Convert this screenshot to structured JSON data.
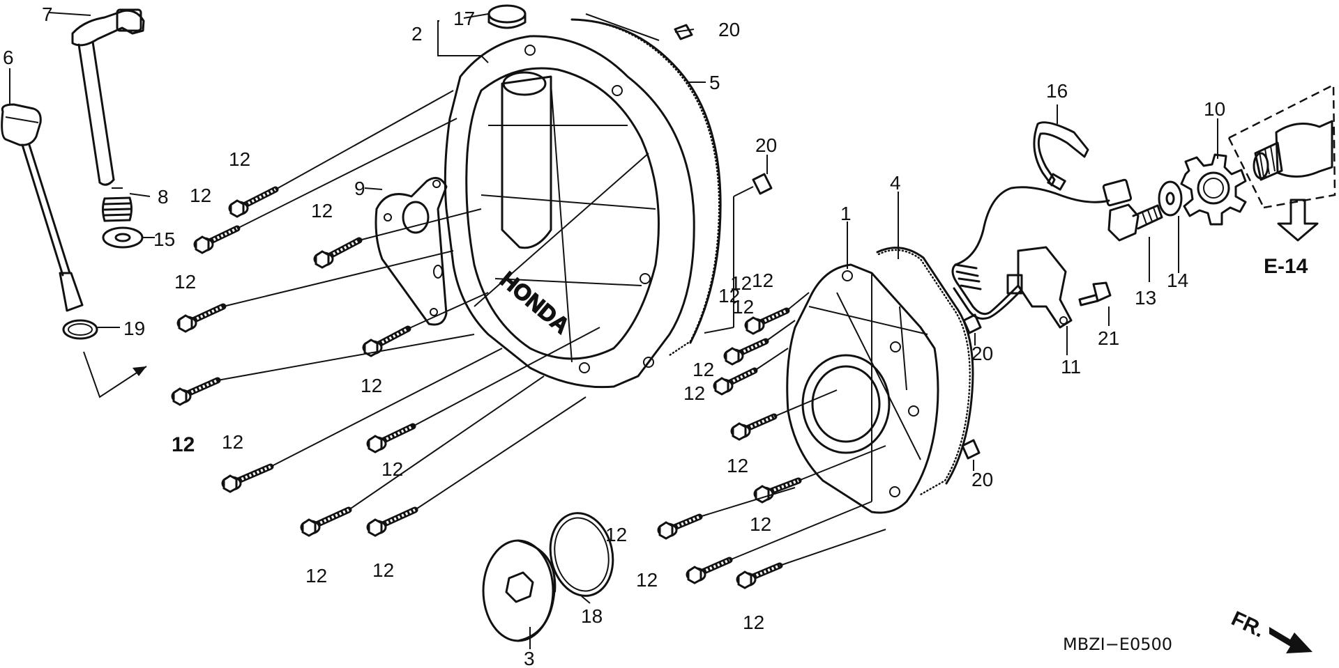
{
  "diagram": {
    "code": "MBZI−E0500",
    "ref": "E-14",
    "front_mark": "FR.",
    "cover_emboss": "HONDA"
  },
  "callouts": {
    "c1": "1",
    "c2": "2",
    "c3": "3",
    "c4": "4",
    "c5": "5",
    "c6": "6",
    "c7": "7",
    "c8": "8",
    "c9": "9",
    "c10": "10",
    "c11": "11",
    "c13": "13",
    "c14": "14",
    "c15": "15",
    "c16": "16",
    "c17": "17",
    "c18": "18",
    "c19": "19",
    "c20a": "20",
    "c20b": "20",
    "c20c": "20",
    "c20d": "20",
    "c21": "21",
    "b1": "12",
    "b2": "12",
    "b3": "12",
    "b4": "12",
    "b5": "12",
    "b6": "12",
    "b7": "12",
    "b8": "12",
    "b9": "12",
    "b10": "12",
    "b11": "12",
    "b12": "12",
    "b13": "12",
    "b14": "12",
    "b15": "12",
    "b16": "12",
    "b17": "12",
    "b18": "12",
    "b19": "12",
    "b20": "12",
    "b21": "12"
  }
}
